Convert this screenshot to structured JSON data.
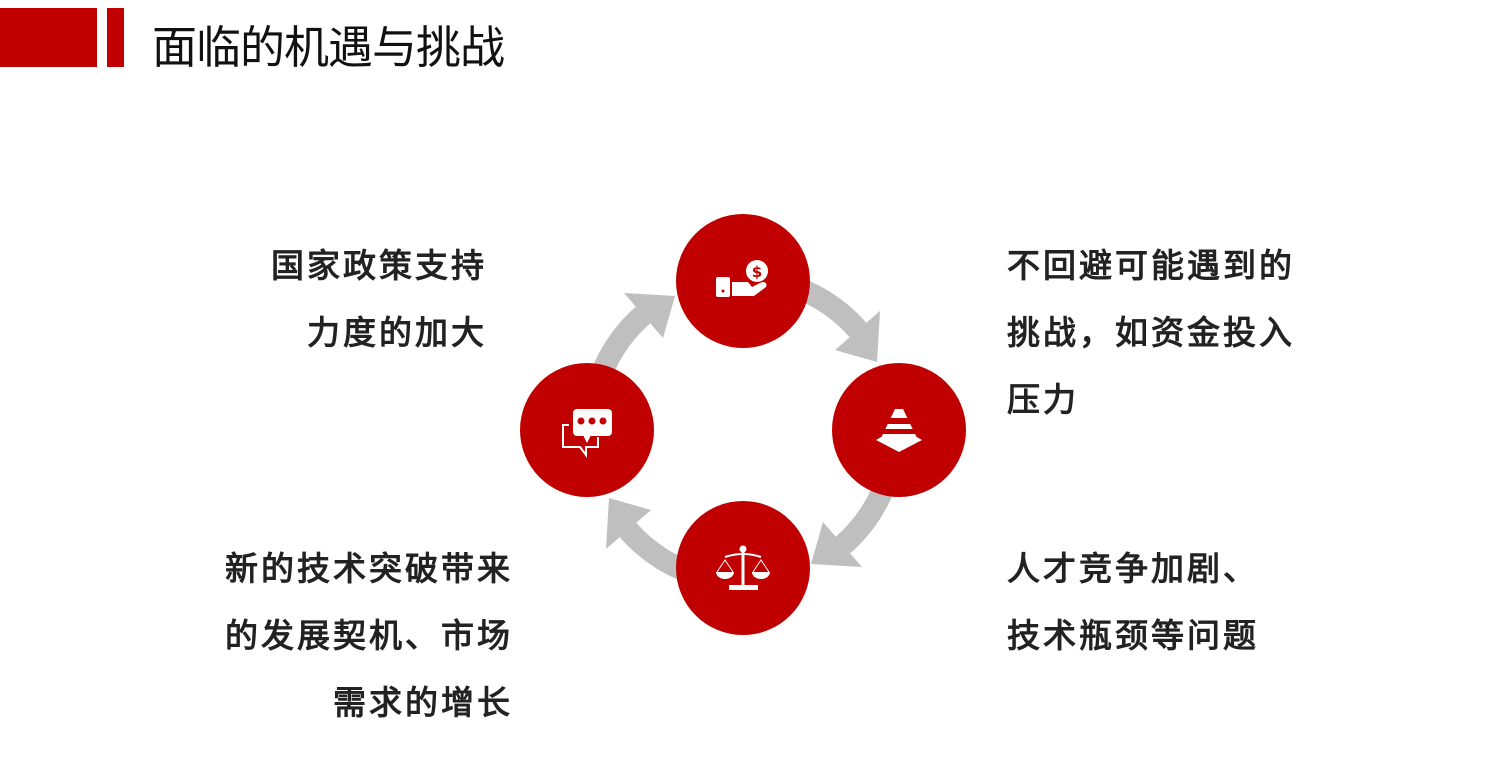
{
  "title": "面临的机遇与挑战",
  "colors": {
    "accent": "#c00000",
    "arrow": "#bfbfbf"
  },
  "blocks": {
    "top_left": [
      "国家政策支持",
      "力度的加大"
    ],
    "top_right": [
      "不回避可能遇到的",
      "挑战，如资金投入",
      "压力"
    ],
    "bottom_left": [
      "新的技术突破带来",
      "的发展契机、市场",
      "需求的增长"
    ],
    "bottom_right": [
      "人才竞争加剧、",
      "技术瓶颈等问题"
    ]
  },
  "icons": [
    "money-hand-icon",
    "traffic-cone-icon",
    "scale-icon",
    "chat-bubbles-icon"
  ]
}
